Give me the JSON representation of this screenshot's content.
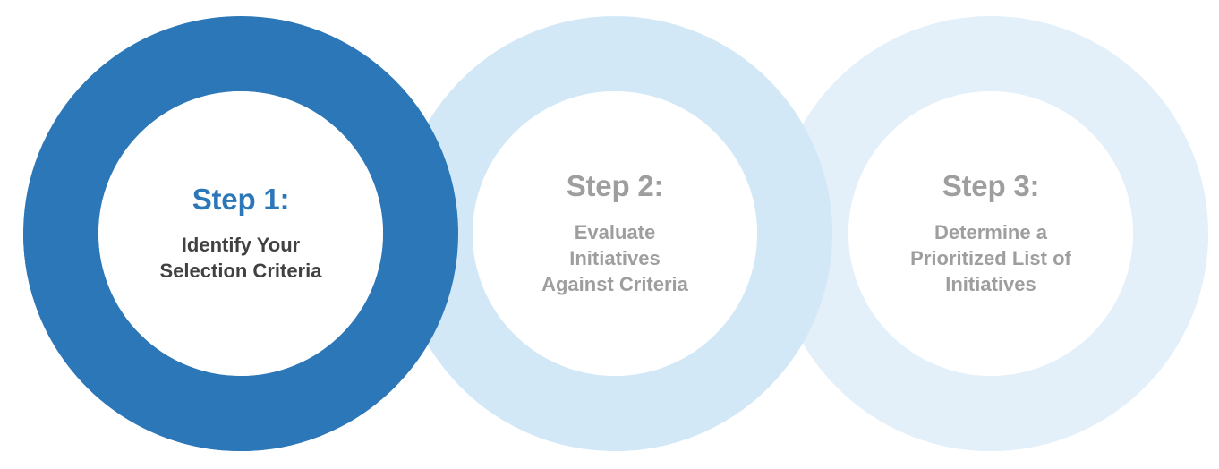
{
  "diagram": {
    "type": "process-steps",
    "orientation": "horizontal",
    "step_count": 3,
    "background_color": "#ffffff",
    "shape": "overlapping-donut-rings",
    "active_step": 1
  },
  "steps": [
    {
      "id": "step-1",
      "heading": "Step 1:",
      "body": "Identify Your Selection Criteria",
      "body_lines": [
        "Identify Your",
        "Selection Criteria"
      ],
      "state": "active",
      "ring_color": "#2b77b8",
      "heading_color": "#2b77b8",
      "body_color": "#414141",
      "core_color": "#ffffff"
    },
    {
      "id": "step-2",
      "heading": "Step 2:",
      "body": "Evaluate Initiatives Against Criteria",
      "body_lines": [
        "Evaluate",
        "Initiatives",
        "Against Criteria"
      ],
      "state": "inactive",
      "ring_color": "#d2e8f7",
      "heading_color": "#9e9e9e",
      "body_color": "#9e9e9e",
      "core_color": "#ffffff"
    },
    {
      "id": "step-3",
      "heading": "Step 3:",
      "body": "Determine a Prioritized List of Initiatives",
      "body_lines": [
        "Determine a",
        "Prioritized List of",
        "Initiatives"
      ],
      "state": "inactive",
      "ring_color": "#e3f0fa",
      "heading_color": "#9e9e9e",
      "body_color": "#9e9e9e",
      "core_color": "#ffffff"
    }
  ],
  "palette": {
    "accent": "#2b77b8",
    "ring_light": "#d2e8f7",
    "ring_lighter": "#e3f0fa",
    "text_dark": "#414141",
    "text_muted": "#9e9e9e",
    "white": "#ffffff"
  }
}
